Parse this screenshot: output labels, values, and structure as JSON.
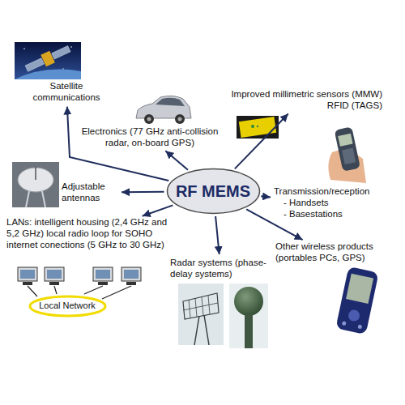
{
  "diagram": {
    "nodes": [
      {
        "text": [
          "RF MEMS"
        ]
      },
      {
        "text": [
          "Satellite communications"
        ]
      },
      {
        "text": [
          "Electronics (77 GHz anti-collision radar, on-board GPS)"
        ]
      },
      {
        "text": [
          "Improved millimetric sensors (MMW)",
          "RFID (TAGS)"
        ]
      },
      {
        "text": [
          "Adjustable antennas"
        ]
      },
      {
        "text": [
          "Transmission/reception",
          "- Handsets",
          "- Basestations"
        ]
      },
      {
        "text": [
          "LANs: intelligent housing (2,4 GHz and 5,2 GHz) local radio loop for SOHO internet conections (5 GHz to 30 GHz)"
        ]
      },
      {
        "text": [
          "Radar systems (phase-delay systems)"
        ]
      },
      {
        "text": [
          "Other wireless products (portables PCs, GPS)"
        ]
      },
      {
        "text": [
          "Local Network"
        ]
      }
    ],
    "edges": [
      {
        "from": 0,
        "to": 1,
        "arrow": "to"
      },
      {
        "from": 0,
        "to": 2,
        "arrow": "to"
      },
      {
        "from": 0,
        "to": 3,
        "arrow": "to"
      },
      {
        "from": 0,
        "to": 4,
        "arrow": "to"
      },
      {
        "from": 0,
        "to": 5,
        "arrow": "to"
      },
      {
        "from": 0,
        "to": 6,
        "arrow": "to"
      },
      {
        "from": 0,
        "to": 7,
        "arrow": "to"
      },
      {
        "from": 0,
        "to": 8,
        "arrow": "to"
      }
    ]
  }
}
